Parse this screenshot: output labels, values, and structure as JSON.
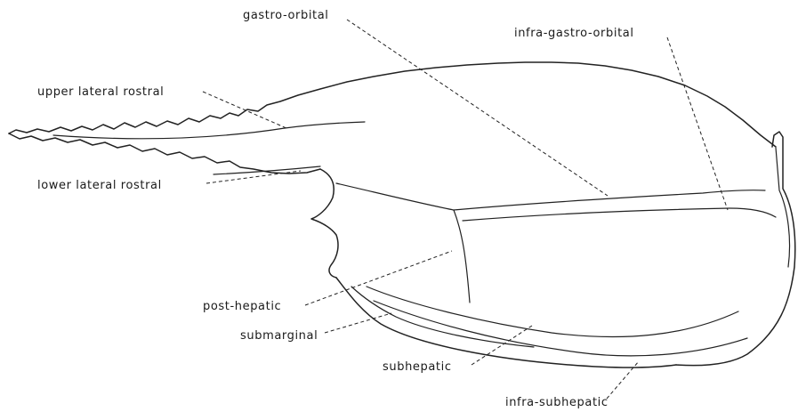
{
  "labels": {
    "gastro_orbital": "gastro-orbital",
    "infra_gastro_orbital": "infra-gastro-orbital",
    "upper_lateral_rostral": "upper lateral rostral",
    "lower_lateral_rostral": "lower lateral rostral",
    "post_hepatic": "post-hepatic",
    "submarginal": "submarginal",
    "subhepatic": "subhepatic",
    "infra_subhepatic": "infra-subhepatic"
  }
}
